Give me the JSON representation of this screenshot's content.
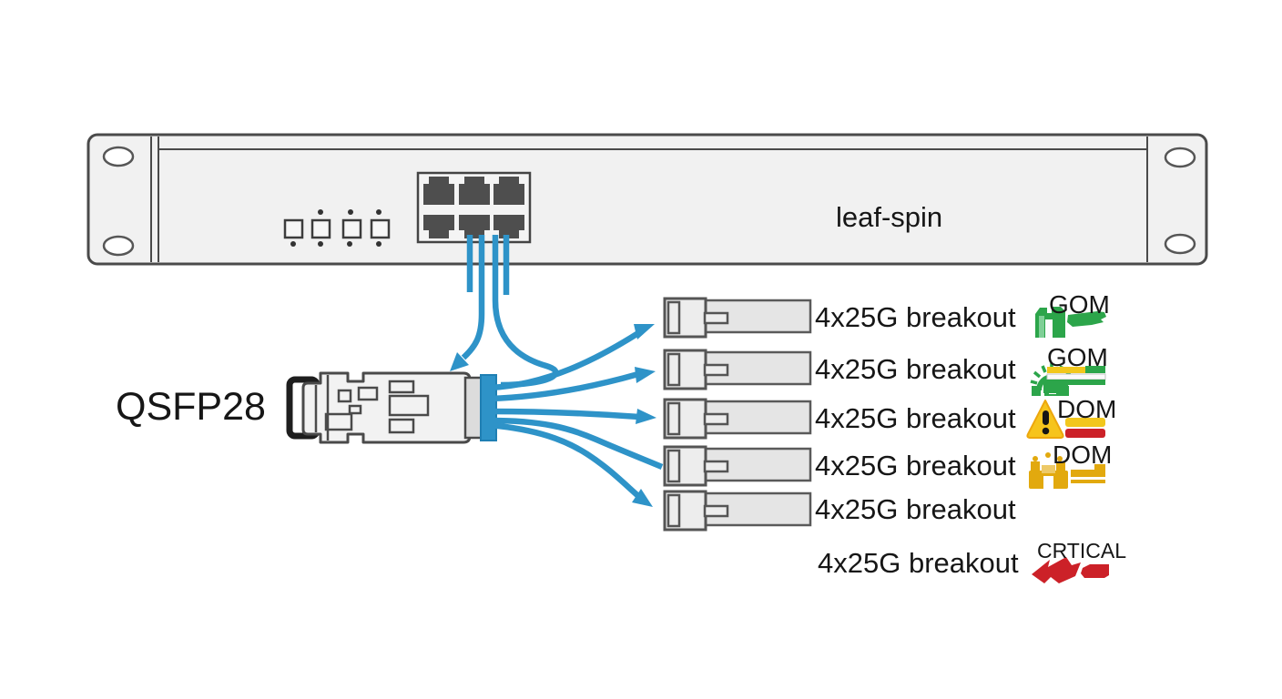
{
  "colors": {
    "blue": "#2e93c8",
    "green": "#2ca54a",
    "yellow": "#f2c71d",
    "amber": "#e2a90e",
    "red": "#cc2128",
    "ink": "#161616",
    "outline": "#4a4a4a",
    "chassis_fill": "#f1f1f1",
    "module_fill": "#e5e5e5"
  },
  "switch": {
    "label": "leaf-spin"
  },
  "transceiver": {
    "label": "QSFP28"
  },
  "rows": [
    {
      "label": "4x25G breakout",
      "status": "GOM",
      "has_module": true,
      "icon": "green-gate-and-bar"
    },
    {
      "label": "4x25G breakout",
      "status": "GOM",
      "has_module": true,
      "icon": "green-sunburst-and-bars"
    },
    {
      "label": "4x25G breakout",
      "status": "DOM",
      "has_module": true,
      "icon": "yellow-warning-triangle-and-bars"
    },
    {
      "label": "4x25G breakout",
      "status": "DOM",
      "has_module": true,
      "icon": "yellow-castle-and-bar"
    },
    {
      "label": "4x25G breakout",
      "status": "",
      "has_module": true,
      "icon": ""
    },
    {
      "label": "4x25G breakout",
      "status": "CRTICAL",
      "has_module": false,
      "icon": "red-arrow-and-bar"
    }
  ]
}
